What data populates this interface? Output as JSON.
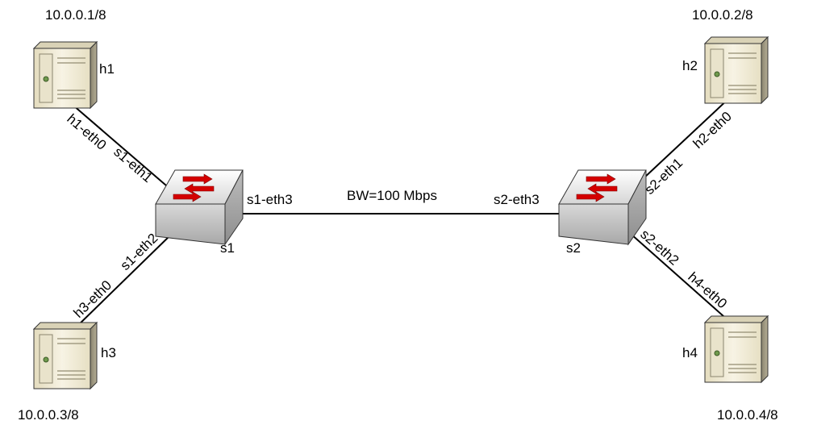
{
  "hosts": {
    "h1": {
      "name": "h1",
      "ip": "10.0.0.1/8",
      "iface": "h1-eth0"
    },
    "h2": {
      "name": "h2",
      "ip": "10.0.0.2/8",
      "iface": "h2-eth0"
    },
    "h3": {
      "name": "h3",
      "ip": "10.0.0.3/8",
      "iface": "h3-eth0"
    },
    "h4": {
      "name": "h4",
      "ip": "10.0.0.4/8",
      "iface": "h4-eth0"
    }
  },
  "switches": {
    "s1": {
      "name": "s1",
      "eth1": "s1-eth1",
      "eth2": "s1-eth2",
      "eth3": "s1-eth3"
    },
    "s2": {
      "name": "s2",
      "eth1": "s2-eth1",
      "eth2": "s2-eth2",
      "eth3": "s2-eth3"
    }
  },
  "trunk": {
    "bandwidth_label": "BW=100 Mbps"
  },
  "colors": {
    "switch_arrow": "#d40000",
    "server_body": "#f0ebd7",
    "line": "#000000"
  }
}
